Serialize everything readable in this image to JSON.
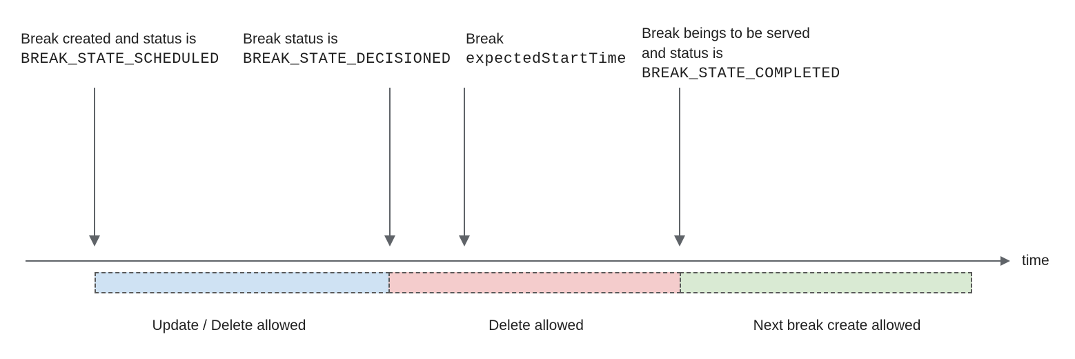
{
  "annotations": [
    {
      "lines": [
        "Break created and status is",
        "BREAK_STATE_SCHEDULED"
      ]
    },
    {
      "lines": [
        "Break status is",
        "BREAK_STATE_DECISIONED"
      ]
    },
    {
      "lines": [
        "Break",
        "expectedStartTime"
      ]
    },
    {
      "lines": [
        "Break beings to be served",
        "and status is",
        "BREAK_STATE_COMPLETED"
      ]
    }
  ],
  "timeline": {
    "label": "time"
  },
  "segments": [
    {
      "label": "Update / Delete allowed",
      "fill": "#cfe2f3"
    },
    {
      "label": "Delete allowed",
      "fill": "#f4cccc"
    },
    {
      "label": "Next break create allowed",
      "fill": "#d9ead3"
    }
  ],
  "colors": {
    "arrow": "#5f6368",
    "dashed_border": "#595959",
    "text": "#1f1f1f"
  }
}
